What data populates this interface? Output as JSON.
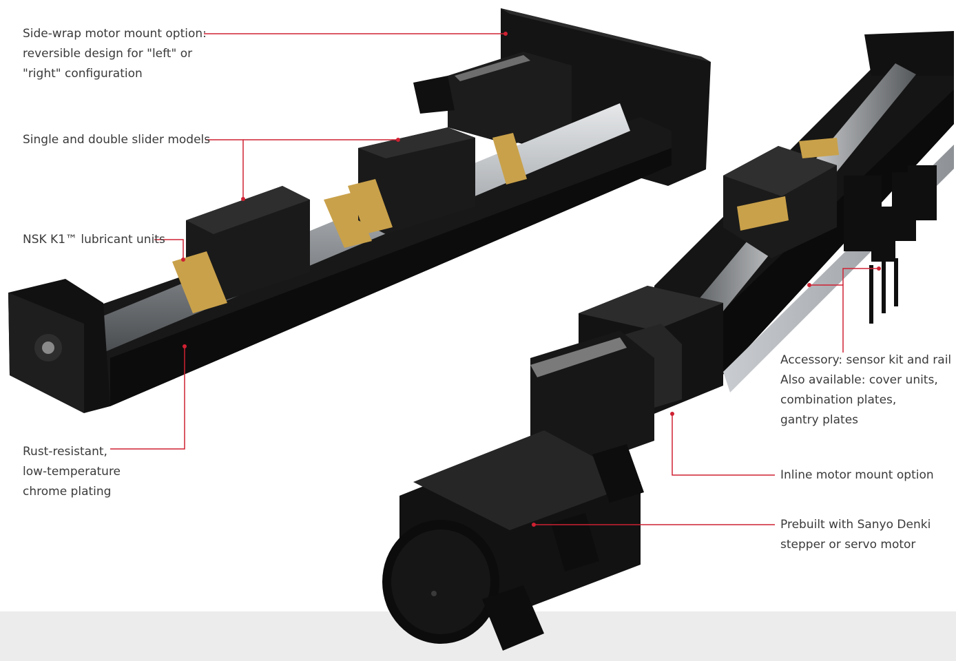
{
  "callouts": {
    "side_wrap_mount": "Side-wrap motor mount option:\nreversible design for \"left\" or\n\"right\" configuration",
    "slider_models": "Single and double slider models",
    "lubricant_units": "NSK K1™ lubricant units",
    "chrome_plating": "Rust-resistant,\nlow-temperature\nchrome plating",
    "sensor_kit": "Accessory: sensor kit and rail\nAlso available: cover units,\ncombination plates,\ngantry plates",
    "inline_mount": "Inline motor mount option",
    "prebuilt_motor": "Prebuilt with Sanyo Denki\nstepper or servo motor"
  },
  "colors": {
    "leader": "#cf2132",
    "text": "#3a3a3a",
    "actuator_body": "#151515",
    "brass_seal": "#c9a14a",
    "ball_screw": "#9a9ea3",
    "floor": "#ececec"
  }
}
